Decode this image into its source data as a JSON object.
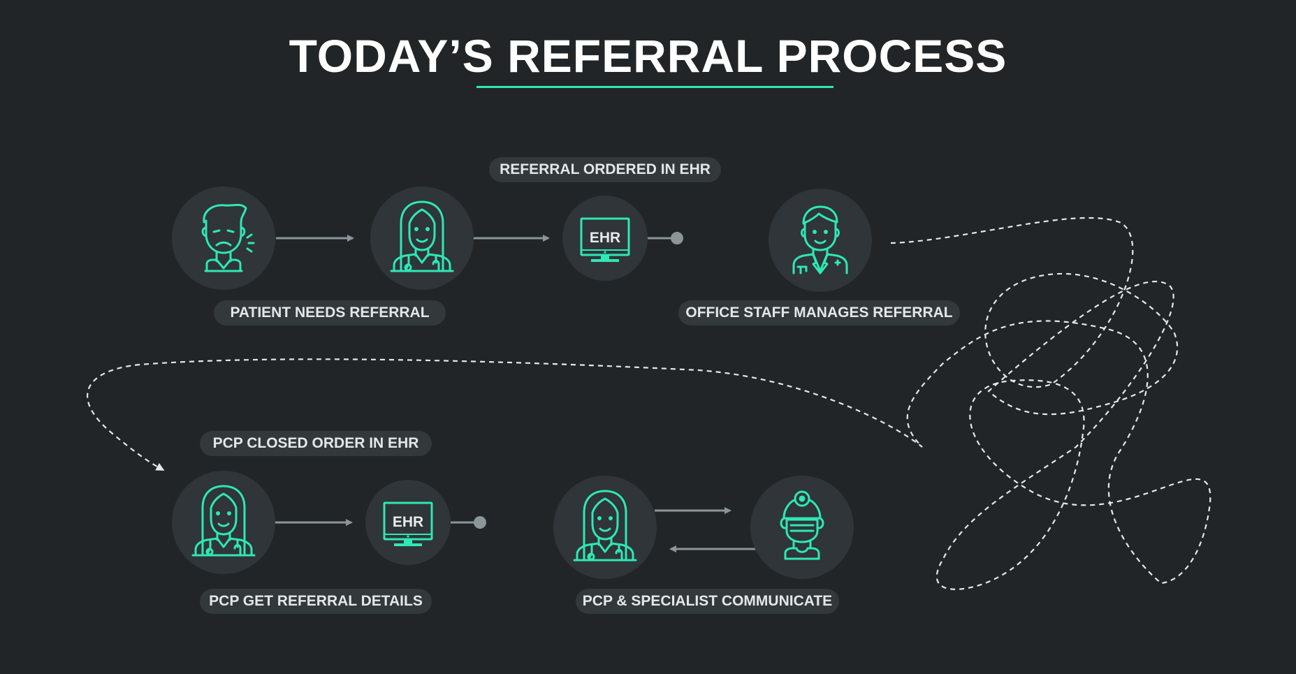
{
  "title": "TODAY’S REFERRAL PROCESS",
  "colors": {
    "background": "#222527",
    "accent": "#2ee8b6",
    "node_fill": "#2f3538",
    "pill_fill": "#33383b",
    "arrow": "#8b959a",
    "dashed_path": "#e6e8ea"
  },
  "row1": {
    "top_label": "REFERRAL ORDERED IN EHR",
    "patient_label": "PATIENT NEEDS REFERRAL",
    "staff_label": "OFFICE STAFF MANAGES REFERRAL",
    "ehr_text": "EHR"
  },
  "row2": {
    "top_label": "PCP CLOSED ORDER IN EHR",
    "pcp_label": "PCP GET REFERRAL DETAILS",
    "comm_label": "PCP & SPECIALIST COMMUNICATE",
    "ehr_text": "EHR"
  },
  "icons": [
    "sick-patient-icon",
    "female-doctor-icon",
    "ehr-monitor-icon",
    "office-staff-icon",
    "specialist-surgeon-icon"
  ]
}
